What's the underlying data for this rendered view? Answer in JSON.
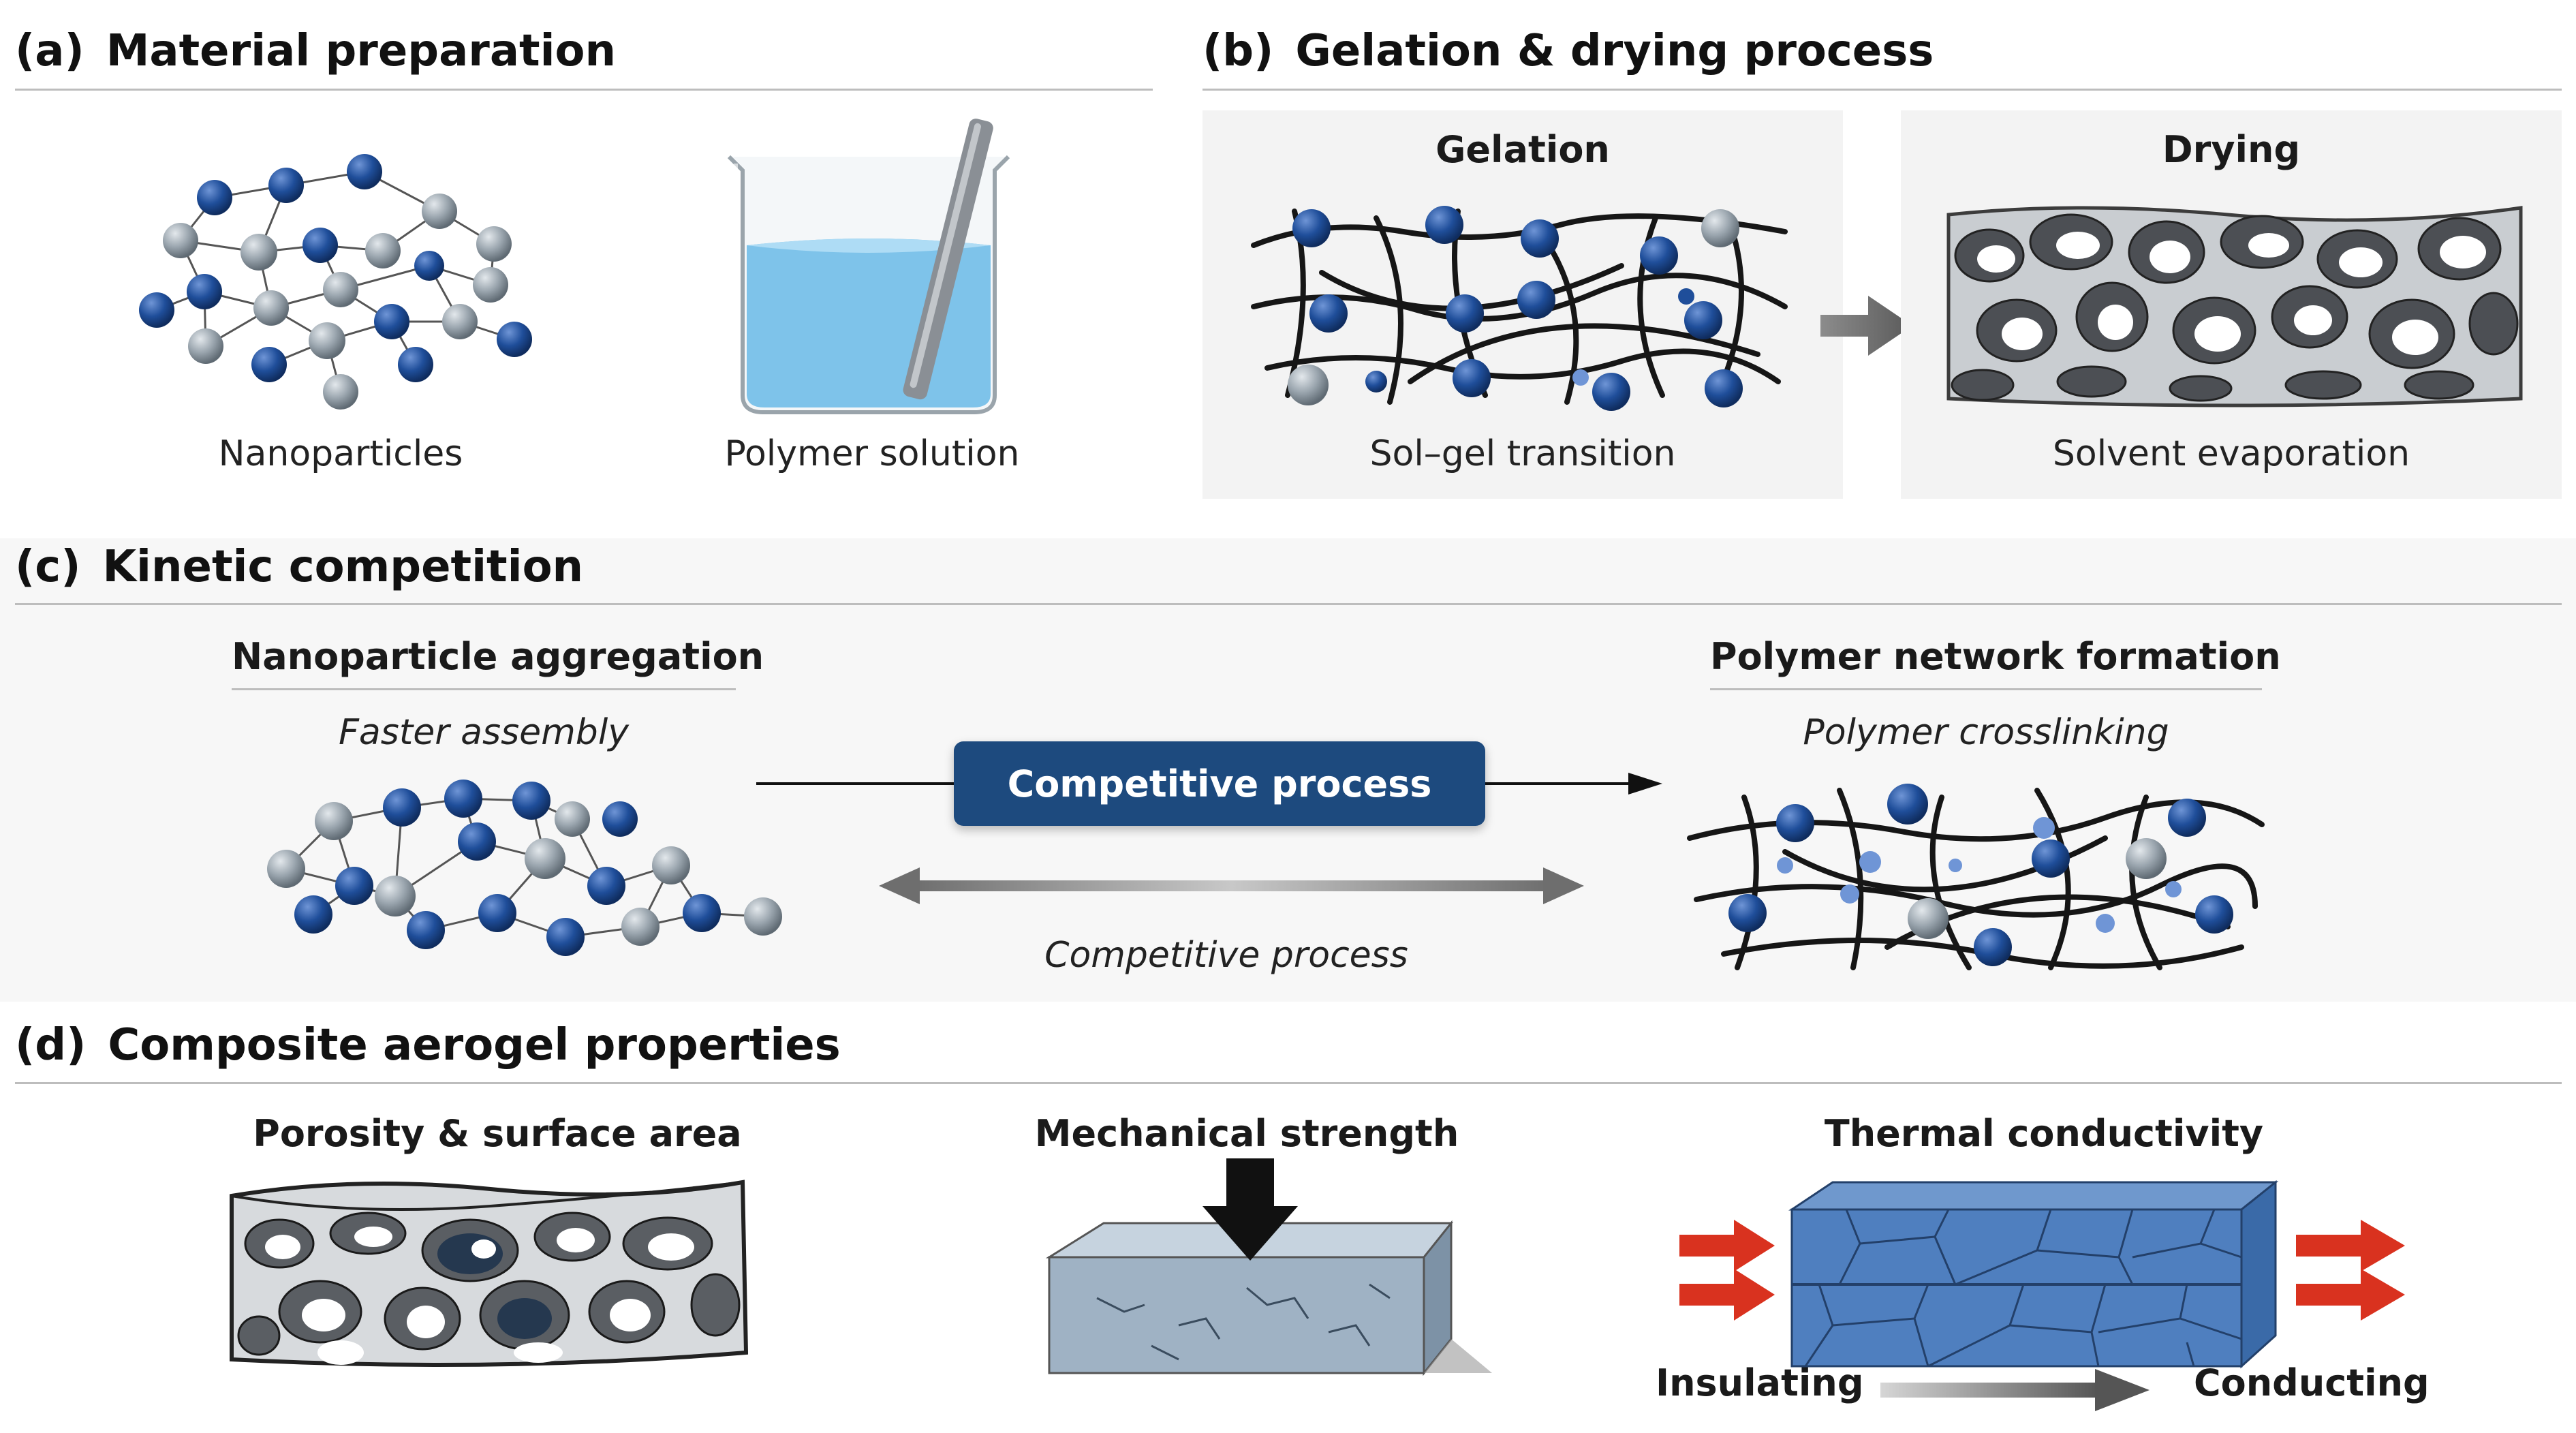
{
  "panels": {
    "a": {
      "label": "(a)",
      "title": "Material preparation",
      "captions": {
        "nanoparticles": "Nanoparticles",
        "polymer_solution": "Polymer solution"
      }
    },
    "b": {
      "label": "(b)",
      "title": "Gelation & drying process",
      "gelation": {
        "heading": "Gelation",
        "caption": "Sol–gel transition"
      },
      "drying": {
        "heading": "Drying",
        "caption": "Solvent evaporation"
      }
    },
    "c": {
      "label": "(c)",
      "title": "Kinetic competition",
      "left": {
        "heading": "Nanoparticle aggregation",
        "subtitle": "Faster assembly"
      },
      "right": {
        "heading": "Polymer network formation",
        "subtitle": "Polymer crosslinking"
      },
      "center_badge": "Competitive process",
      "center_caption": "Competitive process"
    },
    "d": {
      "label": "(d)",
      "title": "Composite aerogel properties",
      "porosity": {
        "heading": "Porosity & surface area"
      },
      "mechanical": {
        "heading": "Mechanical strength"
      },
      "thermal": {
        "heading": "Thermal conductivity",
        "left_label": "Insulating",
        "right_label": "Conducting"
      }
    }
  },
  "colors": {
    "particle_blue": "#1f4e9a",
    "particle_grey": "#9aa5ae",
    "badge": "#1d4a7e",
    "heat_arrow": "#d9321f",
    "liquid": "#7ec3ea",
    "block_blue": "#4f7fbf"
  },
  "icons": {
    "network_arrow": "right-arrow-icon",
    "compression": "down-arrow-icon",
    "heat": "heat-arrow-icon"
  }
}
